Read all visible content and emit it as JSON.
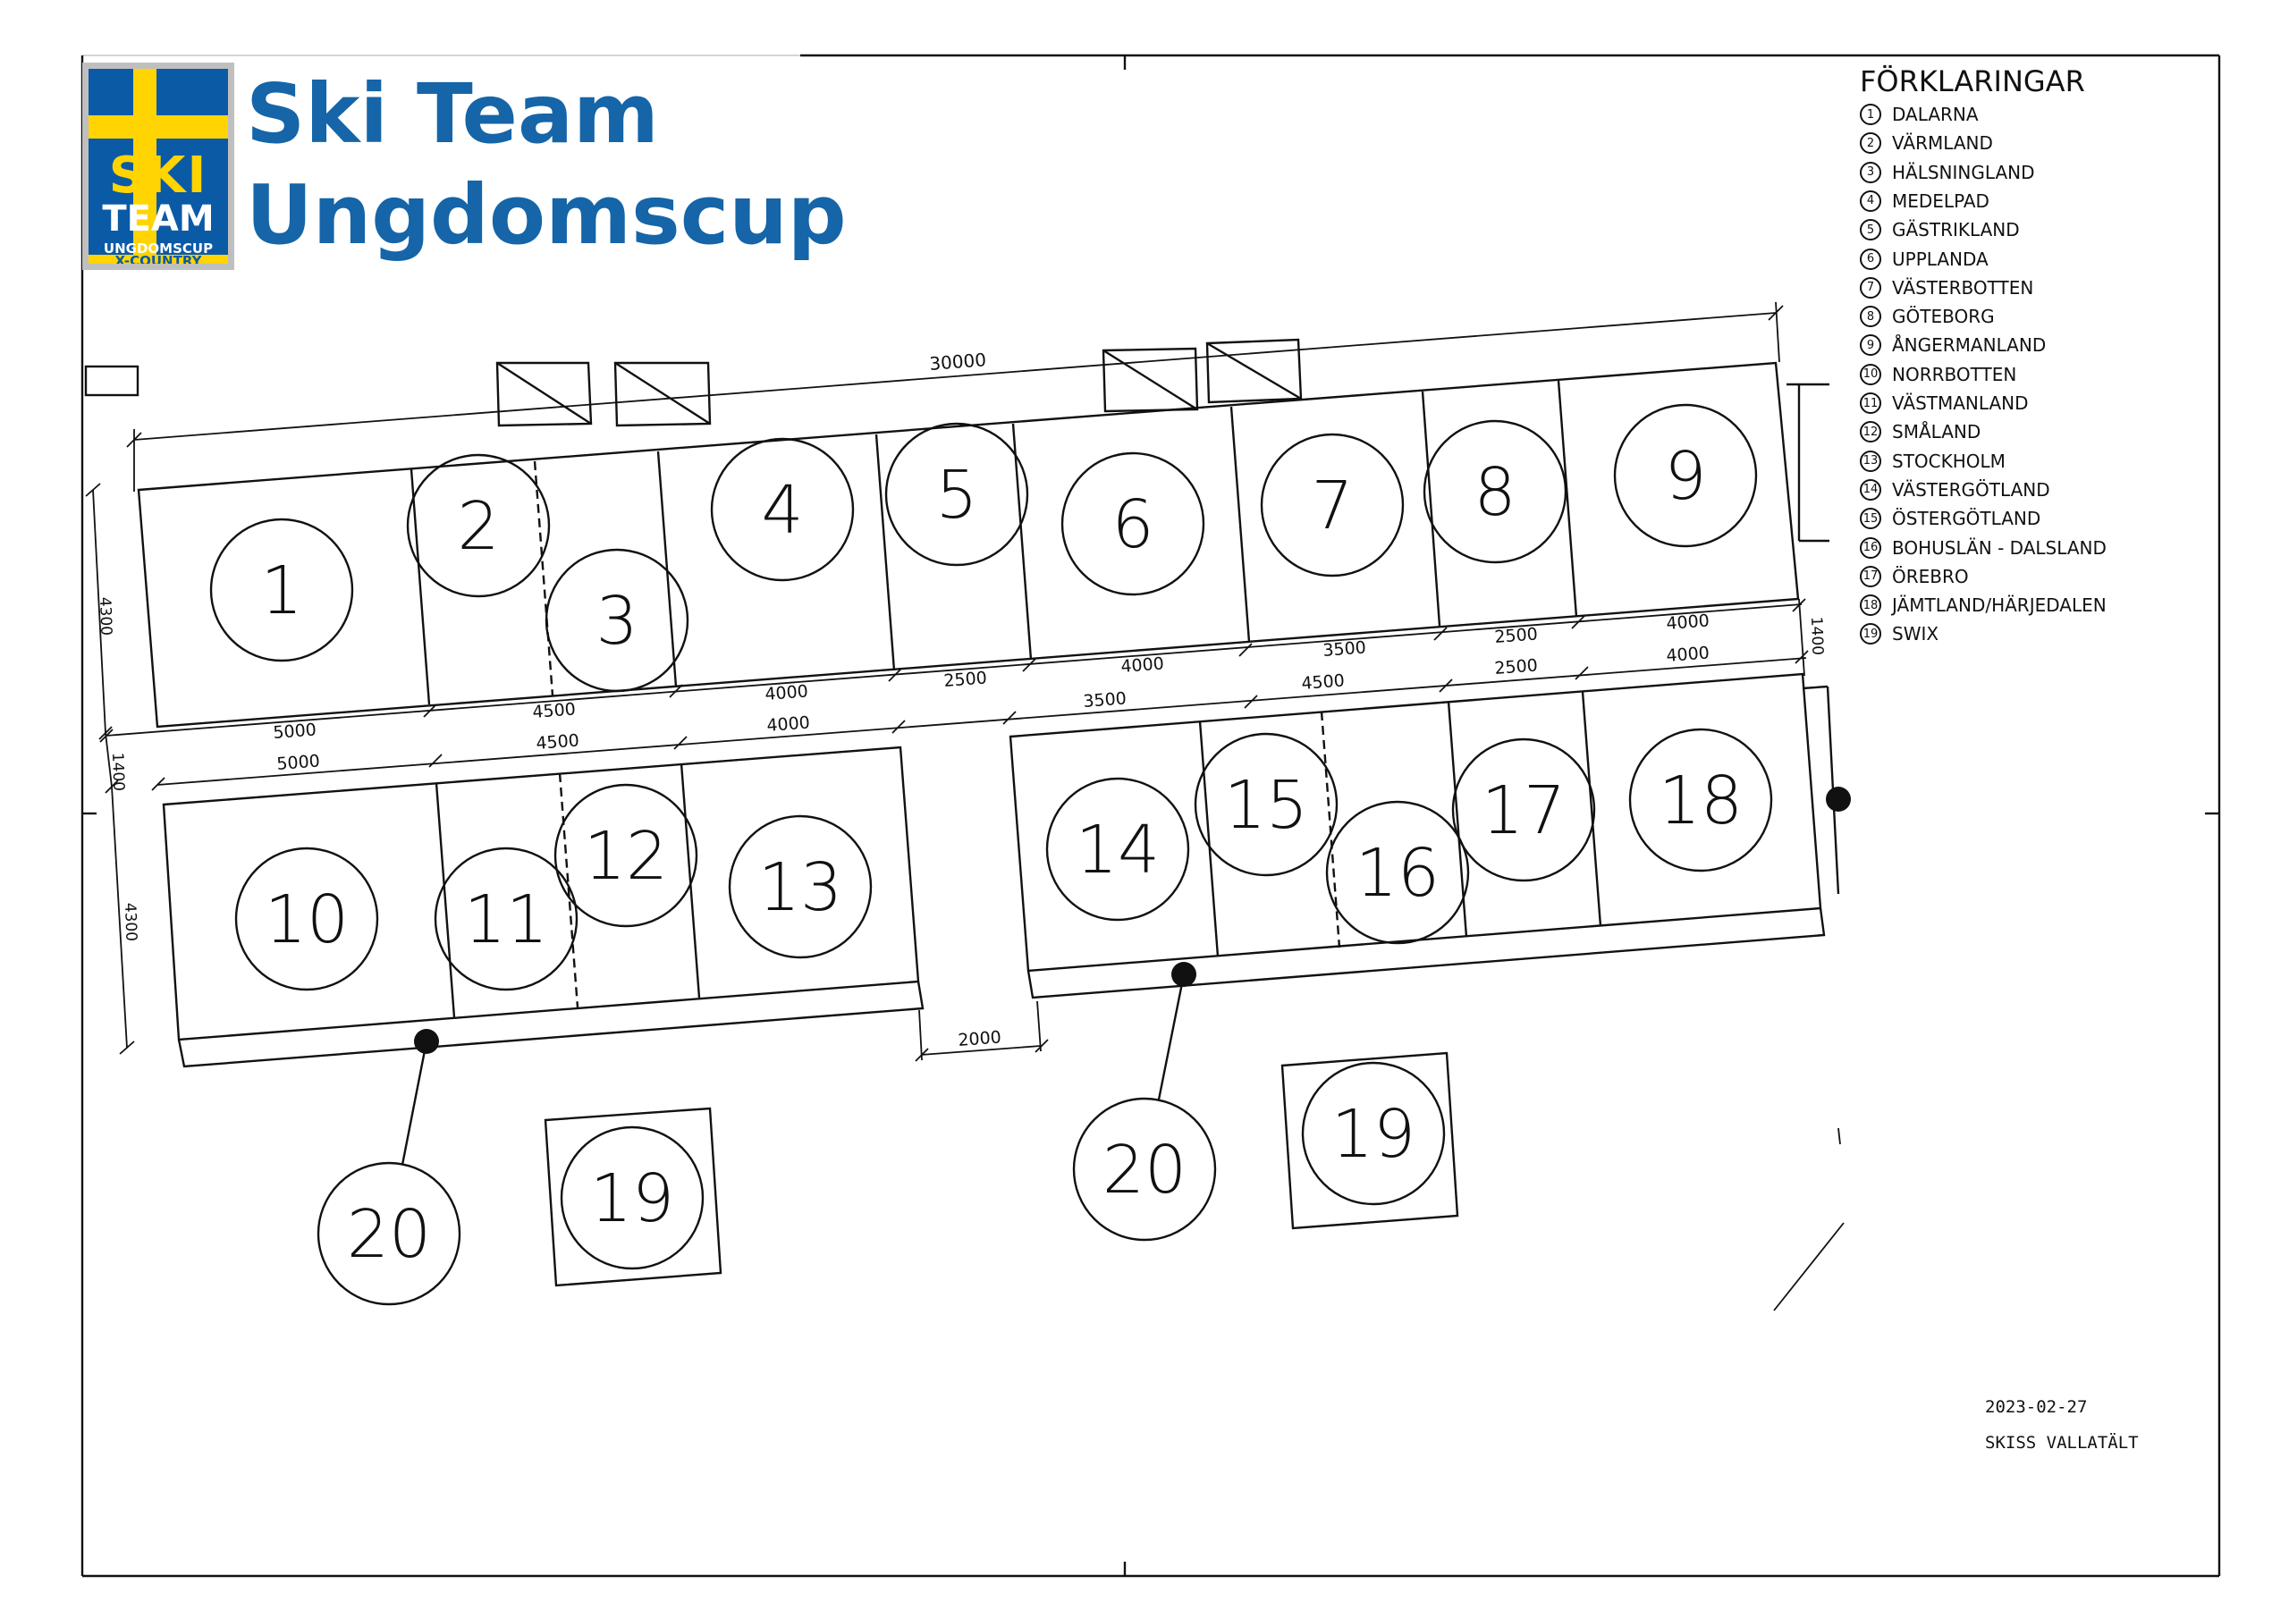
{
  "title": {
    "line1": "Ski Team",
    "line2": "Ungdomscup"
  },
  "logo": {
    "ski": "SKI",
    "team": "TEAM",
    "ungdomscup": "UNGDOMSCUP",
    "xcountry": "X-COUNTRY",
    "blue": "#0b5aa6",
    "yellow": "#ffd400"
  },
  "legend": {
    "heading": "FÖRKLARINGAR",
    "items": [
      {
        "num": "1",
        "label": "DALARNA"
      },
      {
        "num": "2",
        "label": "VÄRMLAND"
      },
      {
        "num": "3",
        "label": "HÄLSNINGLAND"
      },
      {
        "num": "4",
        "label": "MEDELPAD"
      },
      {
        "num": "5",
        "label": "GÄSTRIKLAND"
      },
      {
        "num": "6",
        "label": "UPPLANDA"
      },
      {
        "num": "7",
        "label": "VÄSTERBOTTEN"
      },
      {
        "num": "8",
        "label": "GÖTEBORG"
      },
      {
        "num": "9",
        "label": "ÅNGERMANLAND"
      },
      {
        "num": "10",
        "label": "NORRBOTTEN"
      },
      {
        "num": "11",
        "label": "VÄSTMANLAND"
      },
      {
        "num": "12",
        "label": "SMÅLAND"
      },
      {
        "num": "13",
        "label": "STOCKHOLM"
      },
      {
        "num": "14",
        "label": "VÄSTERGÖTLAND"
      },
      {
        "num": "15",
        "label": "ÖSTERGÖTLAND"
      },
      {
        "num": "16",
        "label": "BOHUSLÄN - DALSLAND"
      },
      {
        "num": "17",
        "label": "ÖREBRO"
      },
      {
        "num": "18",
        "label": "JÄMTLAND/HÄRJEDALEN"
      },
      {
        "num": "19",
        "label": "SWIX"
      }
    ]
  },
  "plan": {
    "total_dimension": "30000",
    "stall_numbers": [
      "1",
      "2",
      "3",
      "4",
      "5",
      "6",
      "7",
      "8",
      "9",
      "10",
      "11",
      "12",
      "13",
      "14",
      "15",
      "16",
      "17",
      "18",
      "19",
      "19",
      "20",
      "20"
    ],
    "dimensions": {
      "top_row_left": [
        "5000",
        "4500",
        "4000",
        "2500"
      ],
      "top_row_right": [
        "4000",
        "3500",
        "2500",
        "4000"
      ],
      "bottom_row_left": [
        "5000",
        "4500",
        "4000"
      ],
      "bottom_row_right": [
        "3500",
        "4500",
        "2500",
        "4000"
      ],
      "depth": [
        "4300",
        "1400",
        "4300",
        "1400"
      ],
      "gap": "2000"
    }
  },
  "notes": {
    "date": "2023-02-27",
    "sketch": "SKISS VALLATÄLT"
  },
  "colors": {
    "accent": "#1565a8",
    "line": "#111111"
  }
}
